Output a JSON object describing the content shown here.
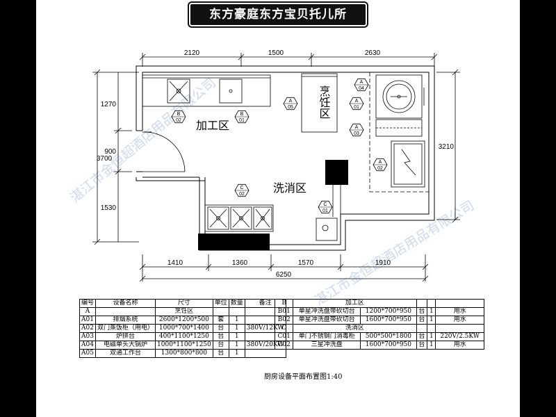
{
  "header": {
    "title": "东方豪庭东方宝贝托儿所"
  },
  "plan": {
    "top_dims": [
      "2120",
      "1500",
      "2630"
    ],
    "left_dims": [
      "1270",
      "900",
      "1530"
    ],
    "overall_left": "3700",
    "right_dim": "3210",
    "bottom_dims": [
      "1410",
      "1360",
      "1570",
      "1910"
    ],
    "overall_bottom": "6250",
    "zones": {
      "processing": "加工区",
      "cooking": "烹饪区",
      "washing": "洗消区"
    },
    "tags": [
      {
        "letter": "A",
        "num": "04"
      },
      {
        "letter": "A",
        "num": "05"
      },
      {
        "letter": "A",
        "num": "01"
      },
      {
        "letter": "A",
        "num": "03"
      },
      {
        "letter": "A",
        "num": "02"
      },
      {
        "letter": "B",
        "num": "02"
      },
      {
        "letter": "B",
        "num": "01"
      },
      {
        "letter": "C",
        "num": "02"
      },
      {
        "letter": "C",
        "num": "01"
      }
    ],
    "watermark": "湛江市金恒超酒店用品有限公司"
  },
  "table_a": {
    "headers": [
      "编号",
      "设备名称",
      "尺寸",
      "单位",
      "数量",
      "备注"
    ],
    "section": {
      "code": "A",
      "title": "烹饪区"
    },
    "rows": [
      [
        "A01",
        "排烟系统",
        "2600*1200*500",
        "套",
        "1",
        ""
      ],
      [
        "A02",
        "双门蒸饭柜（用电）",
        "1000*700*1400",
        "台",
        "1",
        "380V/12KW"
      ],
      [
        "A03",
        "炉拼台",
        "400*1100*1250",
        "台",
        "1",
        ""
      ],
      [
        "A04",
        "电磁单头大锅炉",
        "1000*1100*1250",
        "台",
        "1",
        "380V/20KW"
      ],
      [
        "A05",
        "双通工作台",
        "1300*800*800",
        "台",
        "1",
        ""
      ]
    ]
  },
  "table_b": {
    "section_b": {
      "code": "B",
      "title": "加工区"
    },
    "rows_b": [
      [
        "B01",
        "单星冲洗盘带砍切台",
        "1200*700*950",
        "台",
        "1",
        "用水"
      ],
      [
        "B02",
        "单星冲洗盘带砍切台",
        "1600*700*950",
        "台",
        "1",
        "用水"
      ]
    ],
    "section_c": {
      "code": "C",
      "title": "洗消区"
    },
    "rows_c": [
      [
        "C01",
        "单门不锈钢门消毒柜",
        "500*500*1800",
        "台",
        "1",
        "220V/2.5KW"
      ],
      [
        "C02",
        "三星冲洗盘",
        "1600*700*950",
        "台",
        "1",
        "用水"
      ]
    ]
  },
  "caption": "厨房设备平面布置图1:40"
}
